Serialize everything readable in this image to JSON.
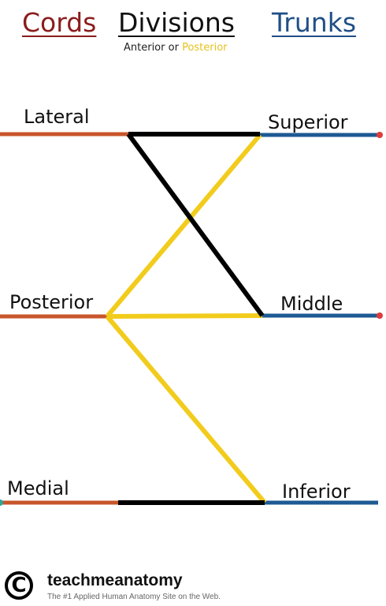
{
  "header": {
    "cords": "Cords",
    "divisions": "Divisions",
    "trunks": "Trunks",
    "subtitle_anterior": "Anterior",
    "subtitle_or": "or",
    "subtitle_posterior": "Posterior"
  },
  "cords": {
    "lateral": "Lateral",
    "posterior": "Posterior",
    "medial": "Medial"
  },
  "trunks": {
    "superior": "Superior",
    "middle": "Middle",
    "inferior": "Inferior"
  },
  "footer": {
    "copyright_symbol": "C",
    "brand": "teachmeanatomy",
    "tagline": "The #1 Applied Human Anatomy Site on the Web."
  },
  "colors": {
    "cords": "#8b1c1c",
    "divisions": "#111111",
    "trunks": "#1f4f86",
    "cord_line": "#c8552b",
    "trunk_line": "#1e5a93",
    "anterior_division": "#000000",
    "posterior_division": "#f2cc1d",
    "end_dot": "#e03a3a",
    "medial_dot": "#2aa79b"
  }
}
